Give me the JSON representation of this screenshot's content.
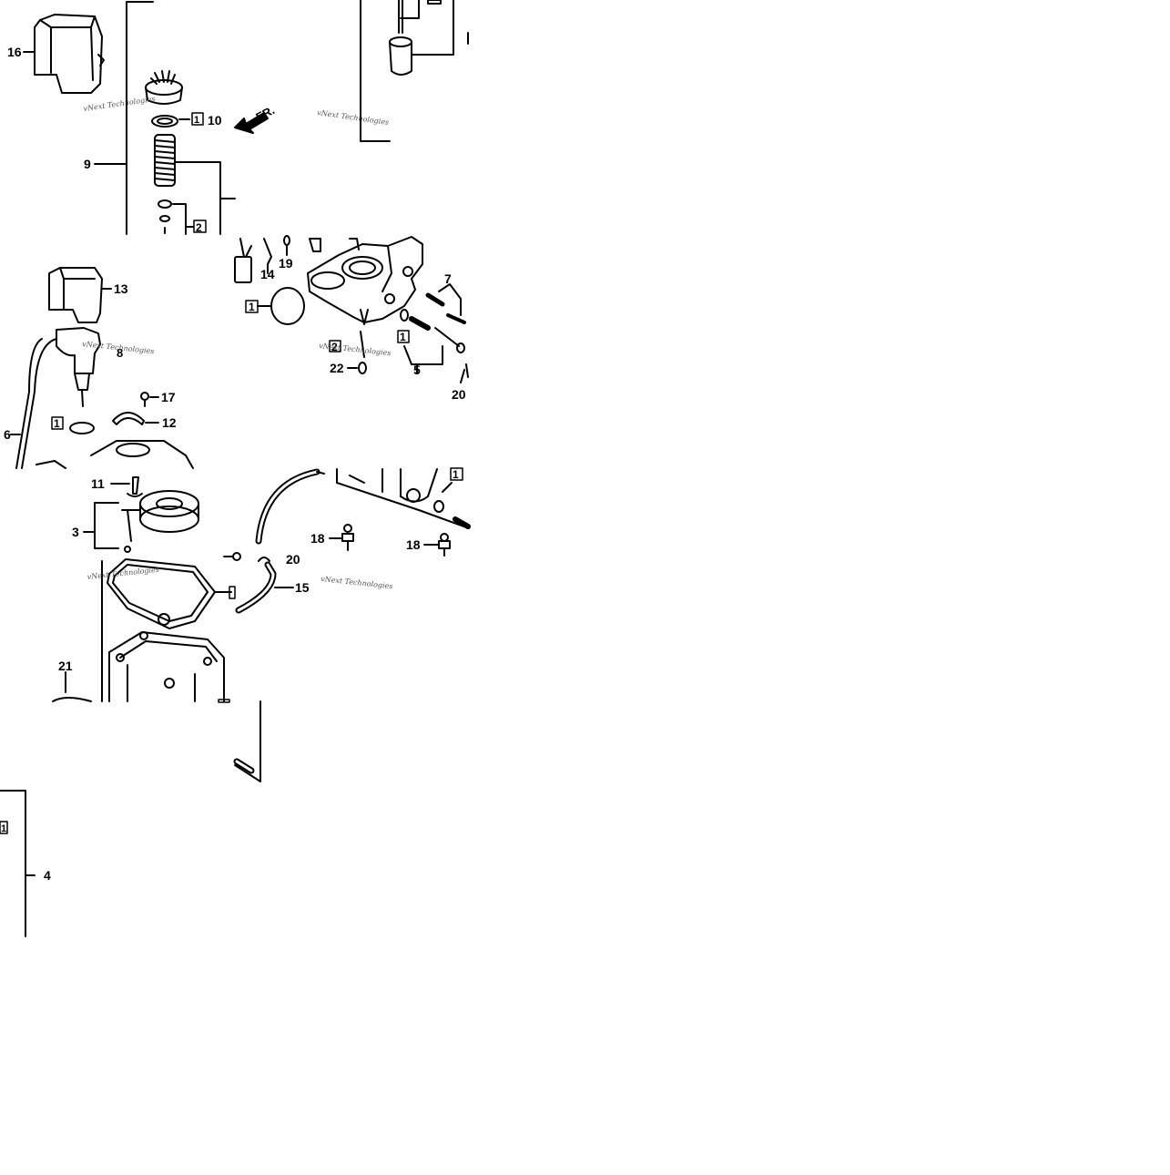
{
  "figure": {
    "orientation_arrow": "FR.",
    "watermark": "vNext Technologies",
    "part_labels": {
      "p16": "16",
      "p10": "10",
      "p9": "9",
      "p1_top": "1",
      "p2_top": "2",
      "p13": "13",
      "p6": "6",
      "p1_mid": "1",
      "p17": "17",
      "p12": "12",
      "p14": "14",
      "p19": "19",
      "p7": "7",
      "p1_oring": "1",
      "p1_screw": "1",
      "p2_jet": "2",
      "p22": "22",
      "p5": "5",
      "p20_mid": "20",
      "p11": "11",
      "p3": "3",
      "p18_a": "18",
      "p18_b": "18",
      "p20_low": "20",
      "p15": "15",
      "p1_low": "1",
      "p21": "21",
      "p1_bottom": "1",
      "p4": "4"
    }
  }
}
